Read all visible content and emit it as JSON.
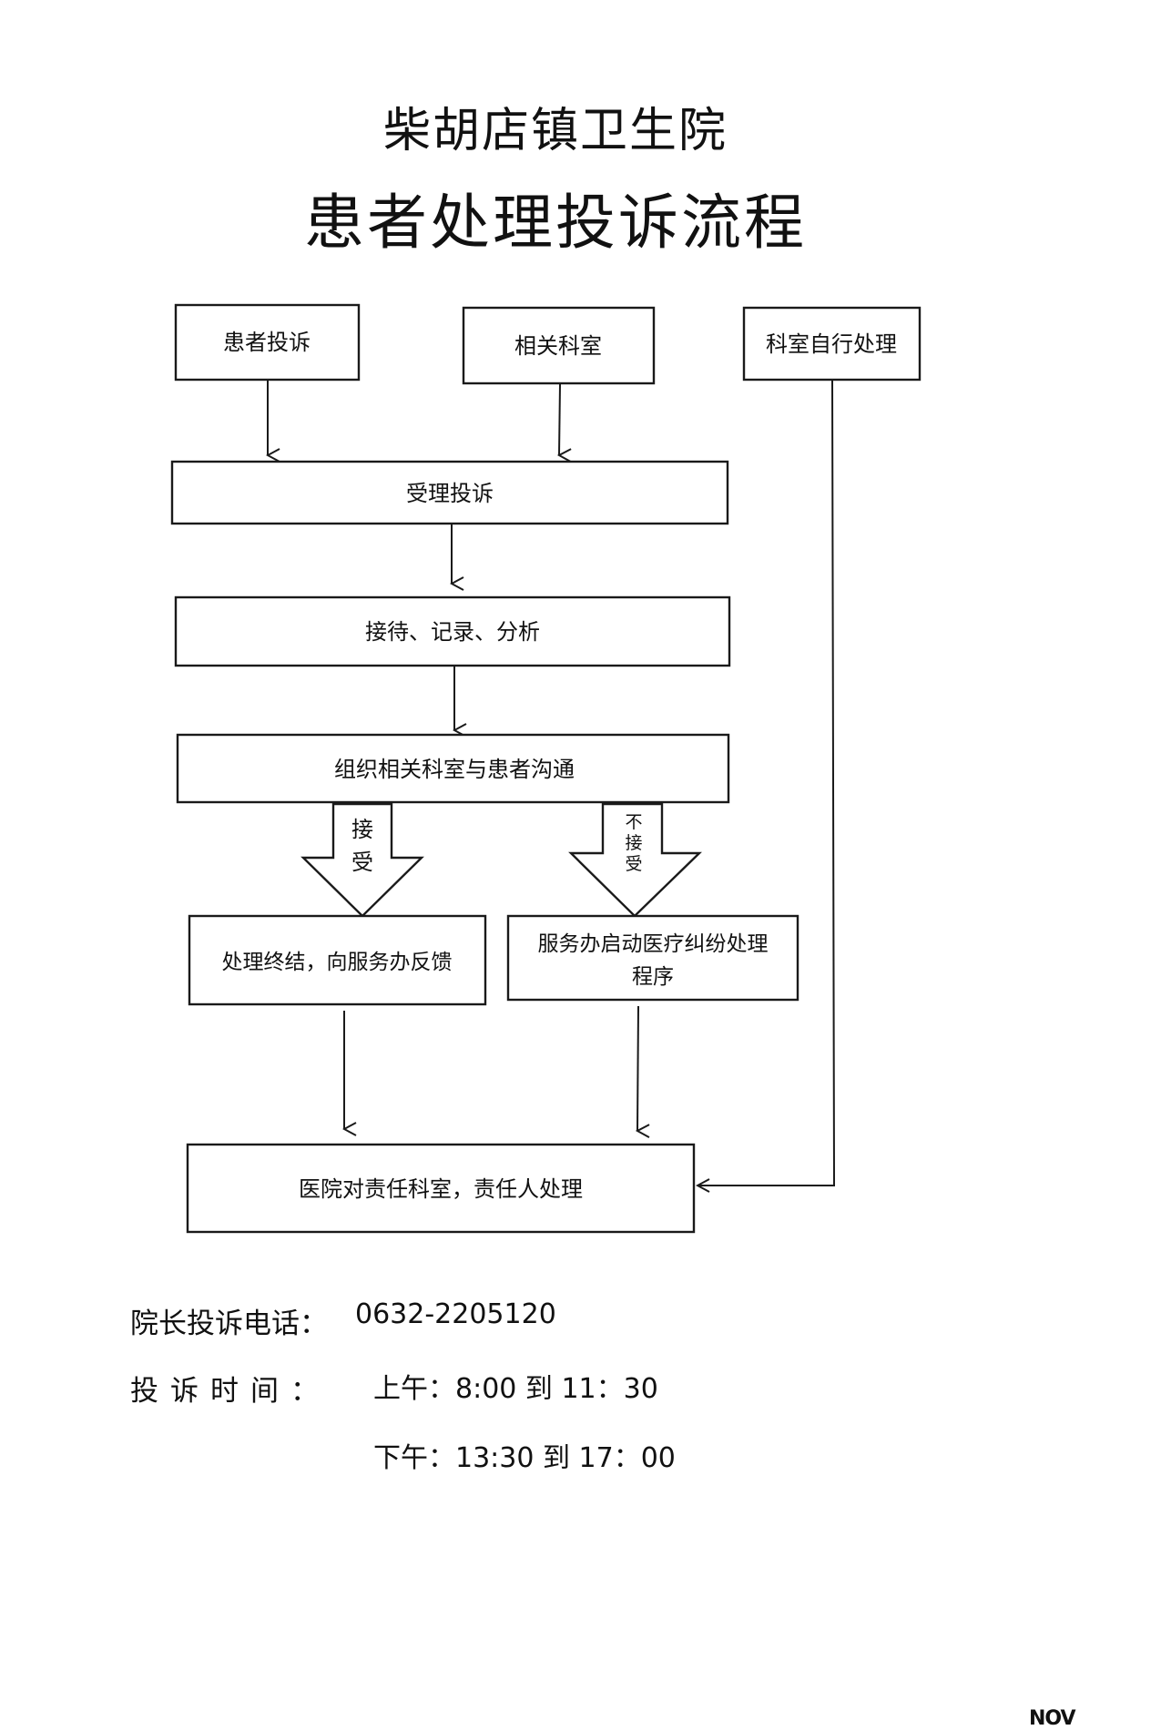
{
  "header": {
    "hospital_name": "柴胡店镇卫生院",
    "process_title": "患者处理投诉流程"
  },
  "flowchart": {
    "nodes": {
      "patient_complaint": "患者投诉",
      "related_department": "相关科室",
      "department_self_handle": "科室自行处理",
      "accept_complaint": "受理投诉",
      "receive_record_analyze": "接待、记录、分析",
      "organize_communication": "组织相关科室与患者沟通",
      "close_and_feedback": "处理终结，向服务办反馈",
      "dispute_procedure": [
        "服务办启动医疗纠纷处理",
        "程序"
      ],
      "hospital_penalty": "医院对责任科室，责任人处理"
    },
    "branches": {
      "accept": [
        "接",
        "受"
      ],
      "not_accept": [
        "不",
        "接",
        "受"
      ]
    }
  },
  "contact": {
    "phone_label": "院长投诉电话：",
    "phone_number": "0632-2205120",
    "time_label": "投诉时间：",
    "morning": "上午：8:00 到 11：30",
    "afternoon": "下午：13:30 到 17：00"
  },
  "footer": {
    "stamp": "NOV"
  }
}
